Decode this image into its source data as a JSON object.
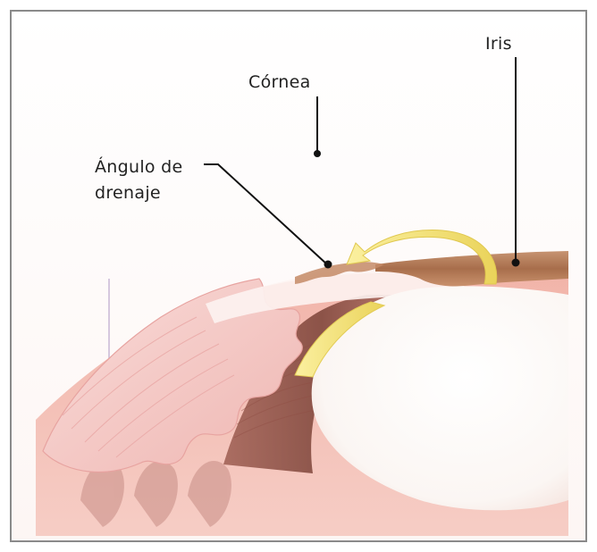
{
  "labels": {
    "cornea": "Córnea",
    "iris": "Iris",
    "drainage_angle_line1": "Ángulo de",
    "drainage_angle_line2": "drenaje"
  },
  "colors": {
    "border": "#8a8a8a",
    "leader_line": "#111111",
    "arrow": "#f2e27a",
    "iris_brown": "#b07a55",
    "tissue_pink": "#efb0a5",
    "ciliary_pink": "#f4c9c6",
    "lens_white": "#fbf7f5"
  }
}
